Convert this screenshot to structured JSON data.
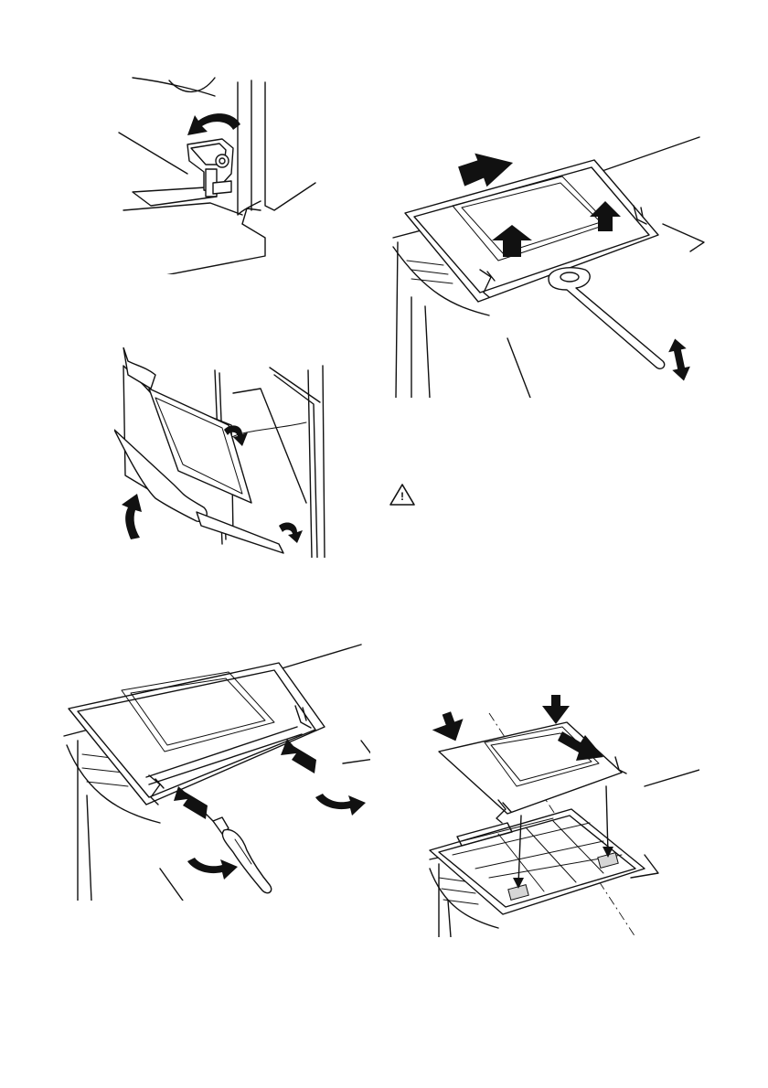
{
  "page": {
    "figures": [
      {
        "id": "hinge-lever",
        "icons": [
          "rotate-arrow-icon",
          "hinge-lever-icon"
        ]
      },
      {
        "id": "door-panel-lift",
        "icons": [
          "large-up-arrow-icon",
          "up-arrow-icon",
          "oven-cleaning-tool-icon",
          "up-down-arrow-icon"
        ]
      },
      {
        "id": "door-removal",
        "icons": [
          "lift-arrow-icon",
          "curved-arrow-icon"
        ]
      },
      {
        "id": "screwdriver-panel",
        "icons": [
          "push-arrow-icon",
          "screwdriver-icon",
          "rotate-arrow-icon"
        ]
      },
      {
        "id": "glass-panel-install",
        "icons": [
          "down-arrow-icon",
          "slide-arrow-icon",
          "guide-line-icon"
        ]
      }
    ],
    "warning": {
      "icon": "warning-triangle-icon",
      "symbol": "!"
    },
    "colors": {
      "line": "#111111",
      "fill": "#ffffff",
      "shade": "#d6d6d6"
    }
  }
}
